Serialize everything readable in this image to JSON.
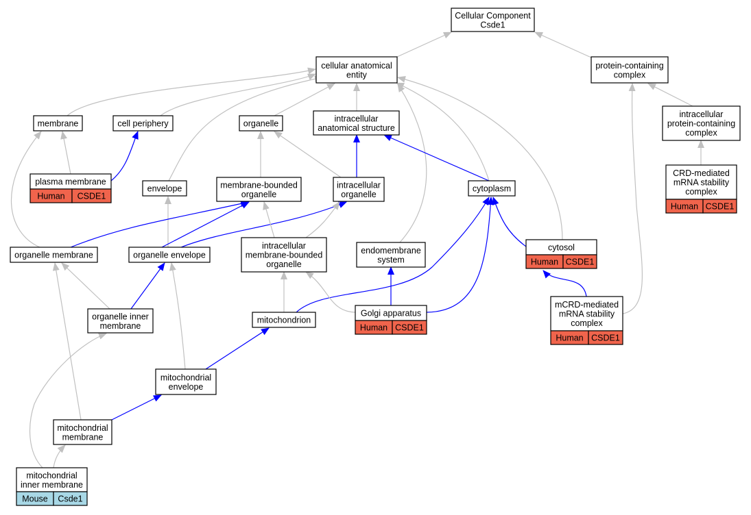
{
  "colors": {
    "gray_edge": "#c0c0c0",
    "blue_edge": "#0000ff",
    "human_tag": "#f0644c",
    "mouse_tag": "#a8d8e6"
  },
  "nodes": {
    "root": [
      "Cellular Component",
      "Csde1"
    ],
    "cae": [
      "cellular anatomical",
      "entity"
    ],
    "pcc": [
      "protein-containing",
      "complex"
    ],
    "membrane": [
      "membrane"
    ],
    "cellper": [
      "cell periphery"
    ],
    "organelle": [
      "organelle"
    ],
    "ias": [
      "intracellular",
      "anatomical structure"
    ],
    "ipcc": [
      "intracellular",
      "protein-containing",
      "complex"
    ],
    "pm": [
      "plasma membrane"
    ],
    "envelope": [
      "envelope"
    ],
    "mbo": [
      "membrane-bounded",
      "organelle"
    ],
    "io": [
      "intracellular",
      "organelle"
    ],
    "cytoplasm": [
      "cytoplasm"
    ],
    "crd": [
      "CRD-mediated",
      "mRNA stability",
      "complex"
    ],
    "om": [
      "organelle membrane"
    ],
    "oe": [
      "organelle envelope"
    ],
    "imbo": [
      "intracellular",
      "membrane-bounded",
      "organelle"
    ],
    "endo": [
      "endomembrane",
      "system"
    ],
    "cytosol": [
      "cytosol"
    ],
    "oim": [
      "organelle inner",
      "membrane"
    ],
    "mito": [
      "mitochondrion"
    ],
    "golgi": [
      "Golgi apparatus"
    ],
    "mcrd": [
      "mCRD-mediated",
      "mRNA stability",
      "complex"
    ],
    "menv": [
      "mitochondrial",
      "envelope"
    ],
    "mmem": [
      "mitochondrial",
      "membrane"
    ],
    "mim": [
      "mitochondrial",
      "inner membrane"
    ]
  },
  "tags": {
    "pm": [
      "Human",
      "CSDE1"
    ],
    "crd": [
      "Human",
      "CSDE1"
    ],
    "cytosol": [
      "Human",
      "CSDE1"
    ],
    "golgi": [
      "Human",
      "CSDE1"
    ],
    "mcrd": [
      "Human",
      "CSDE1"
    ],
    "mim": [
      "Mouse",
      "Csde1"
    ]
  }
}
